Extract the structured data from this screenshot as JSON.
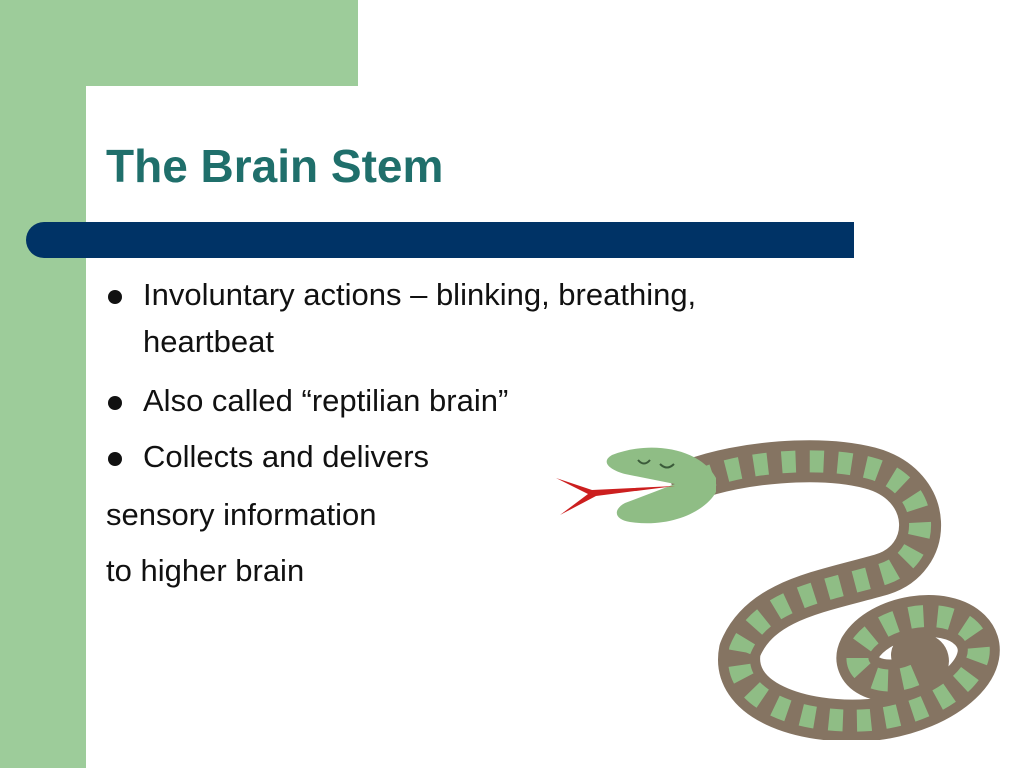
{
  "slide": {
    "title": "The Brain Stem",
    "bullets": [
      {
        "line1": "Involuntary actions – blinking, breathing,",
        "line2": "heartbeat"
      },
      {
        "line1": "Also called “reptilian brain”"
      },
      {
        "line1": "Collects and delivers"
      }
    ],
    "plain_lines": [
      "sensory information",
      "to higher brain"
    ]
  },
  "colors": {
    "title": "#1f6f6b",
    "rule": "#003366",
    "side_band": "#9dcc9a",
    "snake_body": "#857462",
    "snake_scales": "#8fbd85",
    "snake_head": "#8fbd85",
    "tongue": "#cc1f1f"
  },
  "icons": {
    "snake": "snake-illustration"
  }
}
